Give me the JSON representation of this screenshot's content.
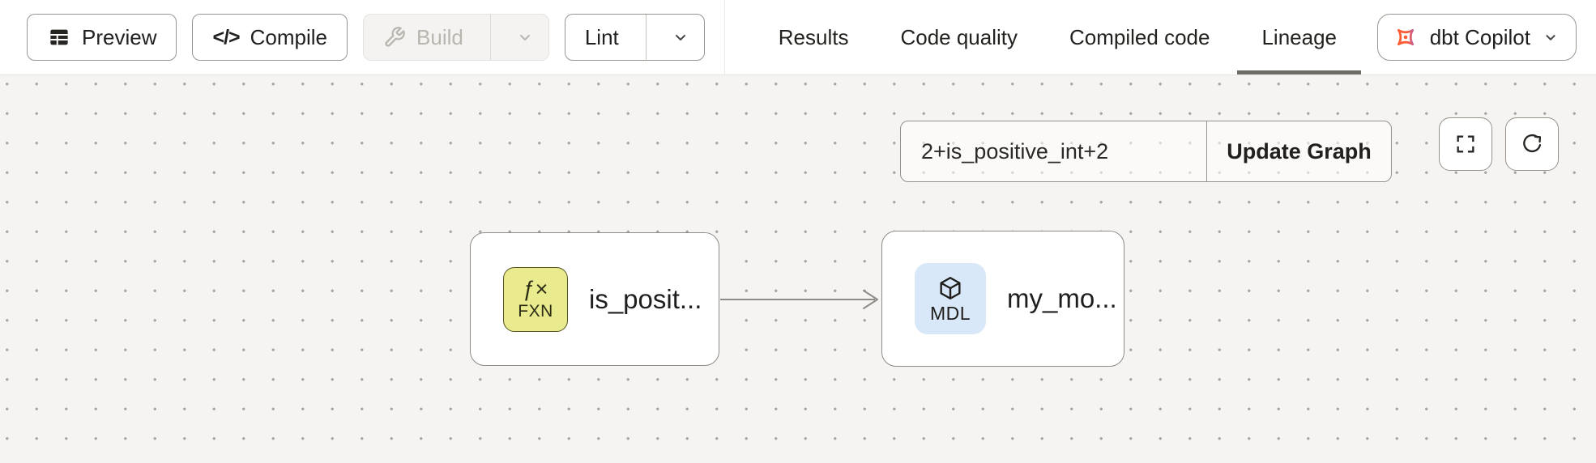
{
  "toolbar": {
    "preview_label": "Preview",
    "compile_label": "Compile",
    "build_label": "Build",
    "lint_label": "Lint",
    "build_enabled": false
  },
  "icons": {
    "preview": "table-grid-icon",
    "compile_glyph": "</>",
    "build": "wrench-icon",
    "dropdown": "chevron-down-icon",
    "fullscreen": "fullscreen-corners-icon",
    "refresh": "circular-arrow-icon",
    "copilot": "dbt-star-icon",
    "function_glyph": "ƒ×",
    "model": "cube-icon"
  },
  "tabs": [
    {
      "label": "Results",
      "active": false
    },
    {
      "label": "Code quality",
      "active": false
    },
    {
      "label": "Compiled code",
      "active": false
    },
    {
      "label": "Lineage",
      "active": true
    }
  ],
  "copilot": {
    "label": "dbt Copilot"
  },
  "lineage": {
    "selector_value": "2+is_positive_int+2",
    "update_button_label": "Update Graph",
    "nodes": [
      {
        "label": "is_posit...",
        "badge": "FXN",
        "type": "function",
        "badge_color": "#e9eb8e"
      },
      {
        "label": "my_mo...",
        "badge": "MDL",
        "type": "model",
        "badge_color": "#d8e8f8"
      }
    ],
    "edges": [
      {
        "from": "is_posit...",
        "to": "my_mo..."
      }
    ]
  },
  "colors": {
    "canvas_bg": "#f5f4f2",
    "dot": "#a9a6a1",
    "active_tab_underline": "#6f6b65",
    "node_border": "#8f8b86",
    "fxn_badge_bg": "#e9eb8e",
    "fxn_badge_border": "#55531f",
    "mdl_badge_bg": "#d8e8f8",
    "copilot_orange": "#ff5c35",
    "copilot_purple": "#8a62f6",
    "disabled_text": "#b9b5af"
  }
}
